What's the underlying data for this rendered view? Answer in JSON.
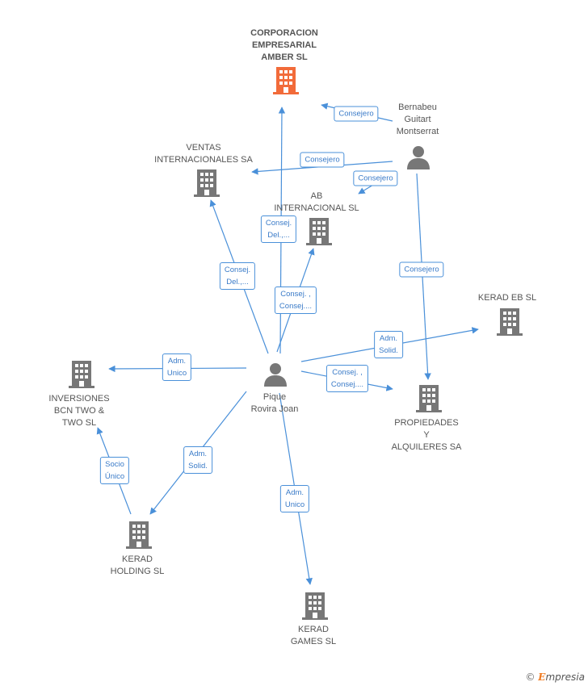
{
  "colors": {
    "edge": "#4a90d9",
    "company": "#777777",
    "company_main": "#f26b3a",
    "person": "#777777"
  },
  "nodes": {
    "corporacion": {
      "type": "company",
      "highlight": true,
      "lines": [
        "CORPORACION",
        "EMPRESARIAL",
        "AMBER SL"
      ]
    },
    "ventas": {
      "type": "company",
      "lines": [
        "VENTAS",
        "INTERNACIONALES SA"
      ]
    },
    "ab": {
      "type": "company",
      "lines": [
        "AB",
        "INTERNACIONAL SL"
      ]
    },
    "kerad_eb": {
      "type": "company",
      "lines": [
        "KERAD EB SL"
      ]
    },
    "propiedades": {
      "type": "company",
      "lines": [
        "PROPIEDADES",
        "Y",
        "ALQUILERES SA"
      ]
    },
    "inversiones": {
      "type": "company",
      "lines": [
        "INVERSIONES",
        "BCN TWO &",
        "TWO SL"
      ]
    },
    "kerad_holding": {
      "type": "company",
      "lines": [
        "KERAD",
        "HOLDING SL"
      ]
    },
    "kerad_games": {
      "type": "company",
      "lines": [
        "KERAD",
        "GAMES SL"
      ]
    },
    "bernabeu": {
      "type": "person",
      "lines": [
        "Bernabeu",
        "Guitart",
        "Montserrat"
      ]
    },
    "pique": {
      "type": "person",
      "lines": [
        "Pique",
        "Rovira Joan"
      ]
    }
  },
  "edges": [
    {
      "from": "bernabeu",
      "to": "corporacion",
      "label": [
        "Consejero"
      ]
    },
    {
      "from": "bernabeu",
      "to": "ventas",
      "label": [
        "Consejero"
      ]
    },
    {
      "from": "bernabeu",
      "to": "ab",
      "label": [
        "Consejero"
      ]
    },
    {
      "from": "bernabeu",
      "to": "propiedades",
      "label": [
        "Consejero"
      ]
    },
    {
      "from": "pique",
      "to": "corporacion",
      "label": [
        "Consej.",
        "Del.,..."
      ]
    },
    {
      "from": "pique",
      "to": "ventas",
      "label": [
        "Consej.",
        "Del.,..."
      ]
    },
    {
      "from": "pique",
      "to": "ab",
      "label": [
        "Consej. ,",
        "Consej...."
      ]
    },
    {
      "from": "pique",
      "to": "kerad_eb",
      "label": [
        "Adm.",
        "Solid."
      ]
    },
    {
      "from": "pique",
      "to": "propiedades",
      "label": [
        "Consej. ,",
        "Consej...."
      ]
    },
    {
      "from": "pique",
      "to": "inversiones",
      "label": [
        "Adm.",
        "Unico"
      ]
    },
    {
      "from": "pique",
      "to": "kerad_holding",
      "label": [
        "Adm.",
        "Solid."
      ]
    },
    {
      "from": "pique",
      "to": "kerad_games",
      "label": [
        "Adm.",
        "Unico"
      ]
    },
    {
      "from": "kerad_holding",
      "to": "inversiones",
      "label": [
        "Socio",
        "Único"
      ]
    }
  ],
  "footer": {
    "copyright": "©",
    "brand_initial": "E",
    "brand_rest": "mpresia"
  }
}
